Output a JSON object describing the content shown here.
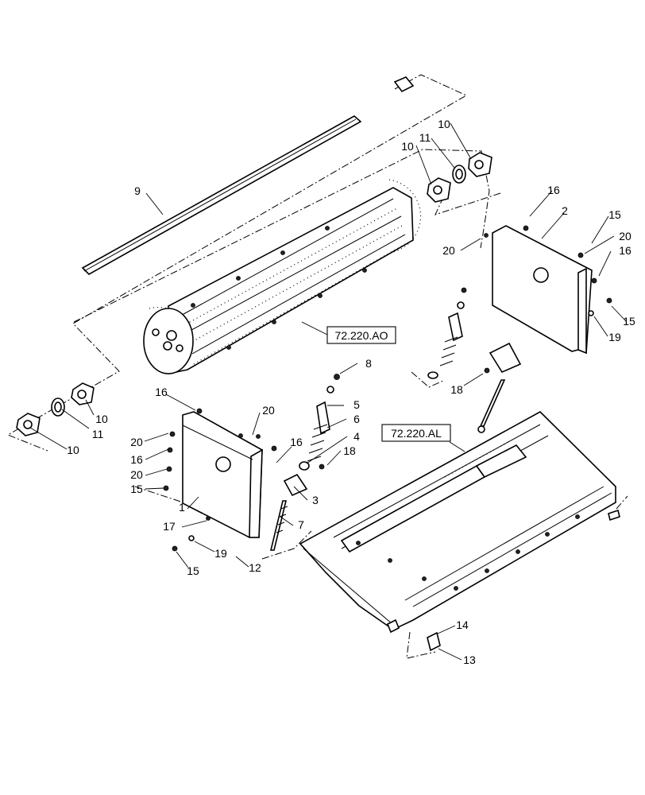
{
  "reference_labels": [
    "72.220.AO",
    "72.220.AL"
  ],
  "callouts": {
    "c1": "1",
    "c2": "2",
    "c3": "3",
    "c4": "4",
    "c5": "5",
    "c6": "6",
    "c7": "7",
    "c8": "8",
    "c9": "9",
    "c10a": "10",
    "c10b": "10",
    "c10c": "10",
    "c10d": "10",
    "c11a": "11",
    "c11b": "11",
    "c12": "12",
    "c13": "13",
    "c14": "14",
    "c15a": "15",
    "c15b": "15",
    "c15c": "15",
    "c15d": "15",
    "c16a": "16",
    "c16b": "16",
    "c16c": "16",
    "c16d": "16",
    "c16e": "16",
    "c17": "17",
    "c18a": "18",
    "c18b": "18",
    "c19a": "19",
    "c19b": "19",
    "c20a": "20",
    "c20b": "20",
    "c20c": "20",
    "c20d": "20",
    "c20e": "20"
  }
}
